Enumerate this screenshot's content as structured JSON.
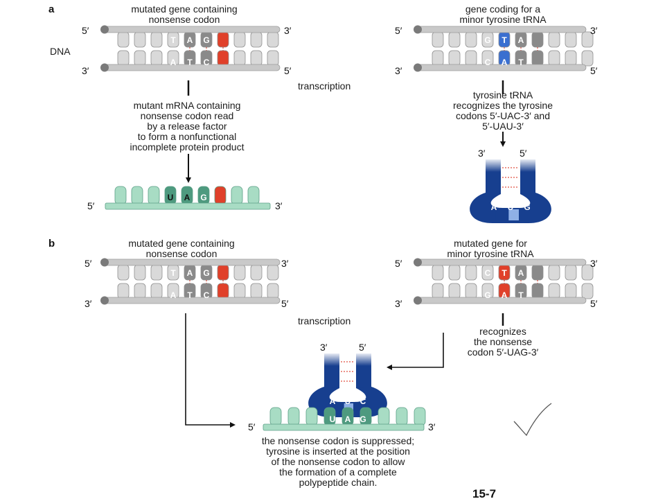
{
  "panel_a": {
    "label": "a",
    "dna_label": "DNA",
    "left": {
      "title_line1": "mutated gene containing",
      "title_line2": "nonsense codon",
      "top_strand": {
        "end5": "5′",
        "end3": "3′",
        "bases": [
          "T",
          "A",
          "G"
        ]
      },
      "bottom_strand": {
        "end5": "5′",
        "end3": "3′",
        "bases": [
          "A",
          "T",
          "C"
        ]
      },
      "caption": [
        "mutant mRNA containing",
        "nonsense codon read",
        "by a release factor",
        "to form a nonfunctional",
        "incomplete protein product"
      ],
      "mrna": {
        "end5": "5′",
        "end3": "3′",
        "bases": [
          "U",
          "A",
          "G"
        ]
      }
    },
    "transcription_label": "transcription",
    "right": {
      "title_line1": "gene coding for a",
      "title_line2": "minor tyrosine tRNA",
      "top_strand": {
        "end5": "5′",
        "end3": "3′",
        "bases": [
          "G",
          "T",
          "A"
        ]
      },
      "bottom_strand": {
        "end5": "5′",
        "end3": "3′",
        "bases": [
          "C",
          "A",
          "T"
        ]
      },
      "caption": [
        "tyrosine tRNA",
        "recognizes the tyrosine",
        "codons 5′-UAC-3′ and",
        "5′-UAU-3′"
      ],
      "trna": {
        "end3": "3′",
        "end5": "5′",
        "anticodon": [
          "A",
          "U",
          "G"
        ]
      }
    }
  },
  "panel_b": {
    "label": "b",
    "left": {
      "title_line1": "mutated gene containing",
      "title_line2": "nonsense codon",
      "top_strand": {
        "end5": "5′",
        "end3": "3′",
        "bases": [
          "T",
          "A",
          "G"
        ]
      },
      "bottom_strand": {
        "end5": "5′",
        "end3": "3′",
        "bases": [
          "A",
          "T",
          "C"
        ]
      }
    },
    "transcription_label": "transcription",
    "right": {
      "title_line1": "mutated gene for",
      "title_line2": "minor tyrosine tRNA",
      "top_strand": {
        "end5": "5′",
        "end3": "3′",
        "bases": [
          "C",
          "T",
          "A"
        ]
      },
      "bottom_strand": {
        "end5": "5′",
        "end3": "3′",
        "bases": [
          "G",
          "A",
          "T"
        ]
      },
      "caption": [
        "recognizes",
        "the nonsense",
        "codon 5′-UAG-3′"
      ]
    },
    "trna": {
      "end3": "3′",
      "end5": "5′",
      "anticodon": [
        "A",
        "U",
        "C"
      ]
    },
    "mrna": {
      "end5": "5′",
      "end3": "3′",
      "bases": [
        "U",
        "A",
        "G"
      ]
    },
    "result_caption": [
      "the nonsense codon is suppressed;",
      "tyrosine is inserted at the position",
      "of the nonsense codon to allow",
      "the formation of a complete",
      "polypeptide chain."
    ]
  },
  "figure_number": "15-7",
  "colors": {
    "strand": "#c9c9c9",
    "base_gray": "#8a8a8a",
    "mutant_red": "#e0402a",
    "normal_blue": "#3a6fd0",
    "mrna_green": "#a8dcc4",
    "mrna_dark": "#4e9a7f",
    "trna_blue": "#173f8f",
    "pair_dots": "#e05040"
  }
}
